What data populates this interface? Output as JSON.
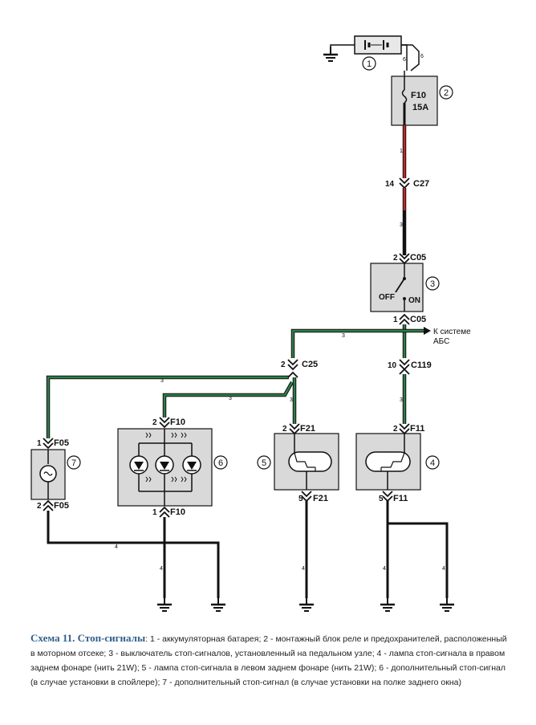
{
  "components": {
    "c1": "1",
    "c2": "2",
    "c3": "3",
    "c4": "4",
    "c5": "5",
    "c6": "6",
    "c7": "7"
  },
  "fuse": {
    "name": "F10",
    "rating": "15A"
  },
  "connectors": {
    "c27": "C27",
    "c27_pin": "14",
    "c05_top": "C05",
    "c05_top_pin": "2",
    "c05_bottom": "C05",
    "c05_bottom_pin": "1",
    "c25": "C25",
    "c25_pin": "2",
    "c119": "C119",
    "c119_pin": "10",
    "f10_top": "F10",
    "f10_top_pin": "2",
    "f10_bottom": "F10",
    "f10_bottom_pin": "1",
    "f05_top": "F05",
    "f05_top_pin": "1",
    "f05_bottom": "F05",
    "f05_bottom_pin": "2",
    "f21_top": "F21",
    "f21_top_pin": "2",
    "f21_bottom": "F21",
    "f21_bottom_pin": "5",
    "f11_top": "F11",
    "f11_top_pin": "2",
    "f11_bottom": "F11",
    "f11_bottom_pin": "5"
  },
  "switch": {
    "off": "OFF",
    "on": "ON"
  },
  "abs_arrow": {
    "line1": "К системе",
    "line2": "АБС"
  },
  "wire_labels": {
    "bat_a": "6",
    "bat_b": "6",
    "fuse_out": "1",
    "mid": "3п",
    "green_abs": "3",
    "green_left": "3",
    "green_f10": "3",
    "c25_down": "3",
    "c119_down": "3",
    "gnd_bus": "4",
    "gnd_6": "4",
    "gnd_5": "4",
    "gnd_4": "4",
    "gnd_4b": "4"
  },
  "caption": {
    "title": "Схема 11. Стоп-сигналы",
    "text": ": 1 - аккумуляторная батарея; 2 - монтажный блок реле и предохранителей, расположенный в моторном отсеке; 3 - выключатель стоп-сигналов, установленный на педальном узле; 4 - лампа стоп-сигнала в правом заднем фонаре (нить 21W); 5 - лампа стоп-сигнала в левом заднем фонаре (нить 21W); 6 - дополнительный стоп-сигнал (в случае установки в спойлере); 7 - дополнительный стоп-сигнал (в случае установки на полке заднего окна)"
  },
  "colors": {
    "green_wire": "#2f7d4a",
    "red_wire": "#c0282b",
    "component_fill": "#d9d9d9",
    "caption_title": "#2f5f8a"
  }
}
